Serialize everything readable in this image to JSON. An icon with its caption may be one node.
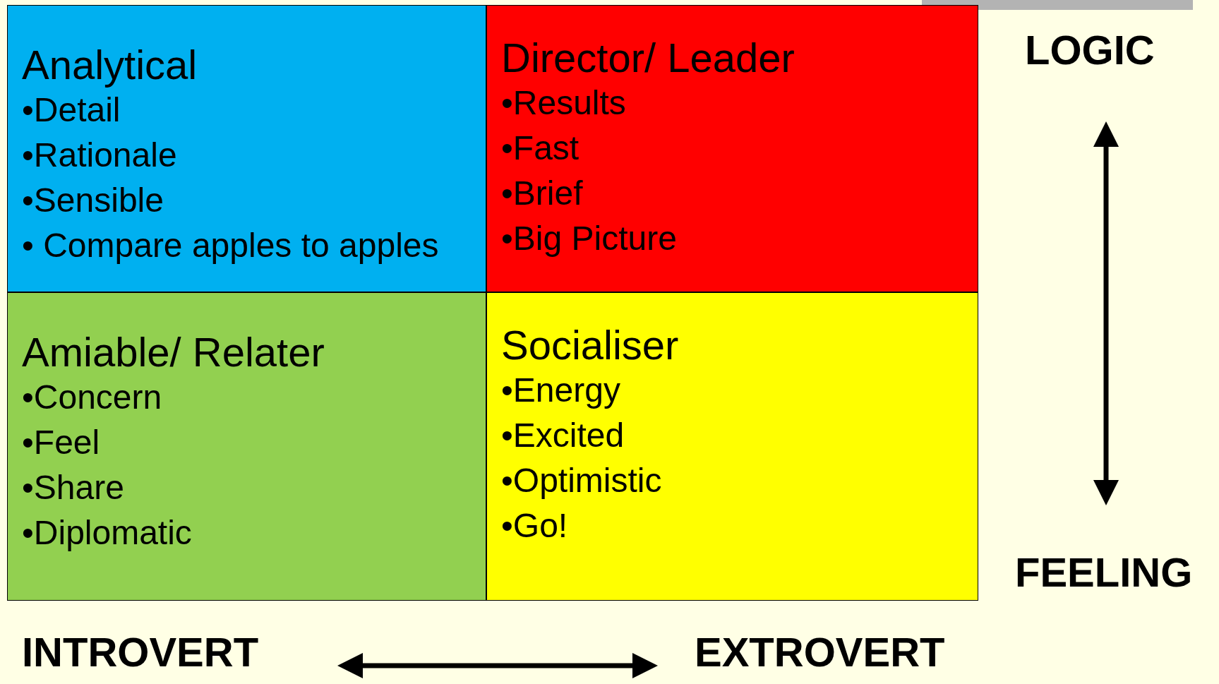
{
  "diagram": {
    "nodes": [
      {
        "text": [
          "Analytical",
          "•Detail",
          "•Rationale",
          "•Sensible",
          "• Compare apples to apples"
        ]
      },
      {
        "text": [
          "Director/ Leader",
          "•Results",
          "•Fast",
          "•Brief",
          "•Big Picture"
        ]
      },
      {
        "text": [
          "Amiable/ Relater",
          "•Concern",
          "•Feel",
          "•Share",
          "•Diplomatic"
        ]
      },
      {
        "text": [
          "Socialiser",
          "•Energy",
          "•Excited",
          "•Optimistic",
          "•Go!"
        ]
      }
    ],
    "edges": [],
    "labels": [
      "LOGIC",
      "FEELING",
      "INTROVERT",
      "EXTROVERT"
    ]
  }
}
